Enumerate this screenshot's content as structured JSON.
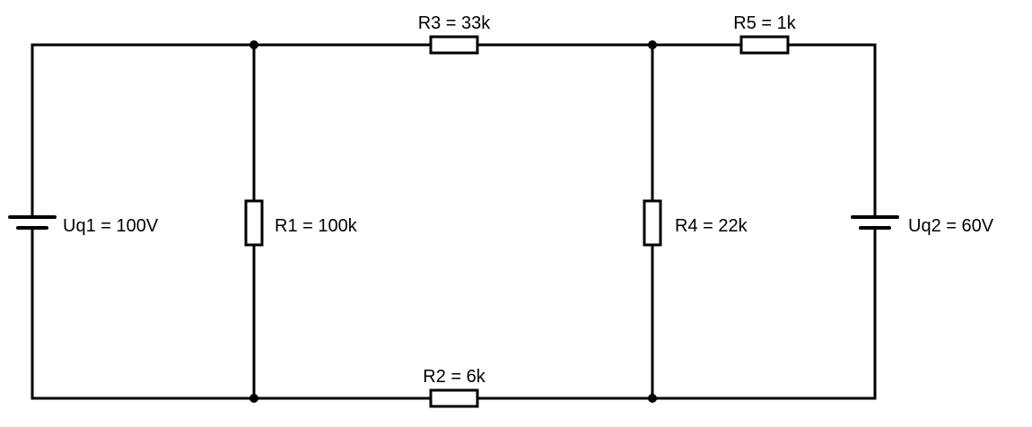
{
  "components": {
    "uq1": {
      "label": "Uq1 = 100V"
    },
    "uq2": {
      "label": "Uq2 = 60V"
    },
    "r1": {
      "label": "R1 = 100k"
    },
    "r2": {
      "label": "R2 = 6k"
    },
    "r3": {
      "label": "R3 = 33k"
    },
    "r4": {
      "label": "R4 = 22k"
    },
    "r5": {
      "label": "R5 = 1k"
    }
  }
}
